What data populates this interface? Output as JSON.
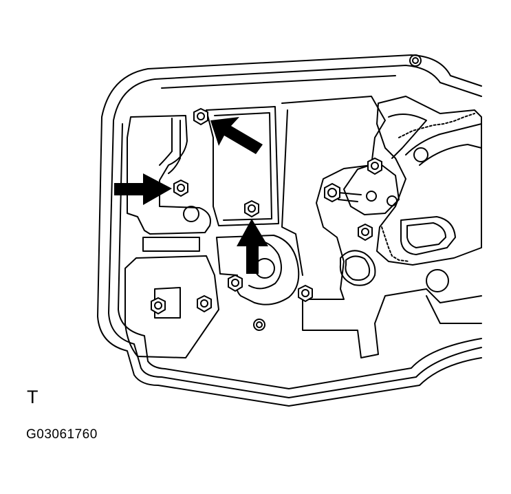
{
  "view_label": "T",
  "figure_code": "G03061760",
  "colors": {
    "line": "#000000",
    "background": "#ffffff",
    "arrow": "#000000"
  },
  "bolts_marked_by_arrows": 3,
  "icons": [
    "bolt-icon",
    "arrow-icon",
    "gear-icon"
  ]
}
